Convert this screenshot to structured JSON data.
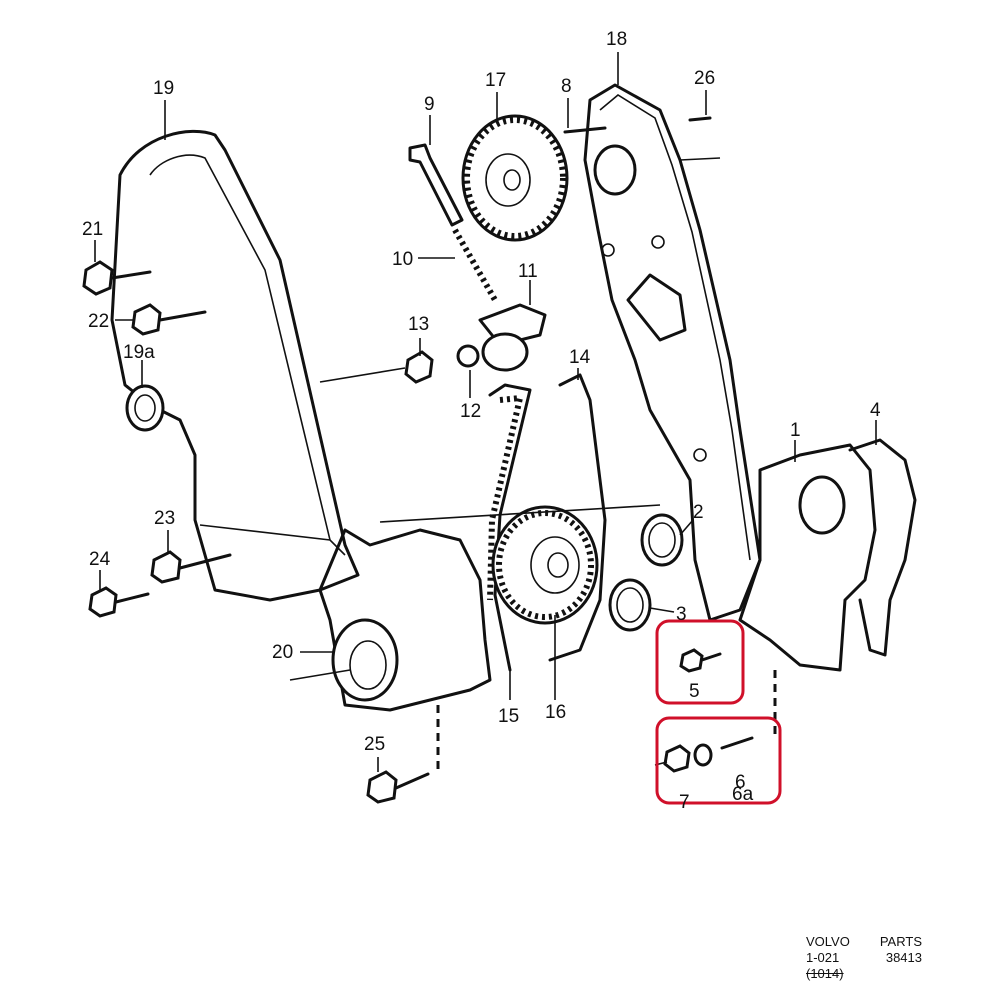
{
  "callouts": {
    "p1": "1",
    "p2": "2",
    "p3": "3",
    "p4": "4",
    "p5": "5",
    "p6": "6",
    "p6a": "6a",
    "p7": "7",
    "p8": "8",
    "p9": "9",
    "p10": "10",
    "p11": "11",
    "p12": "12",
    "p13": "13",
    "p14": "14",
    "p15": "15",
    "p16": "16",
    "p17": "17",
    "p18": "18",
    "p19": "19",
    "p19a": "19a",
    "p20": "20",
    "p21": "21",
    "p22": "22",
    "p23": "23",
    "p24": "24",
    "p25": "25",
    "p26": "26"
  },
  "footer": {
    "brand": "VOLVO",
    "parts_label": "PARTS",
    "code": "1-021",
    "number": "38413",
    "sub_code": "(1014)"
  },
  "colors": {
    "line": "#111111",
    "highlight": "#d0102a",
    "background": "#ffffff"
  }
}
